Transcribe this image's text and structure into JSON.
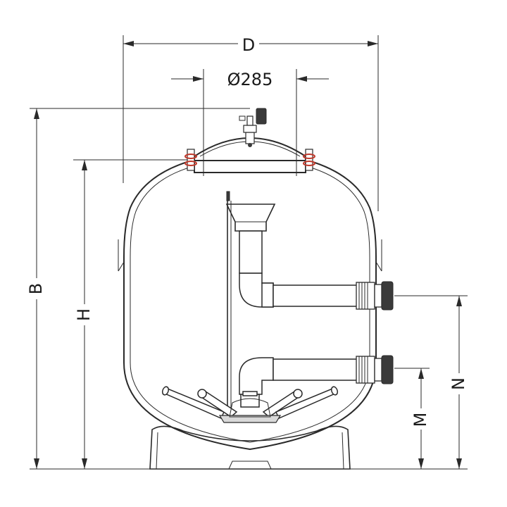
{
  "dimensions": {
    "diameter_label": "D",
    "lid_label": "Ø285",
    "total_height_label": "B",
    "vessel_height_label": "H",
    "upper_port_height_label": "N",
    "lower_port_height_label": "M"
  },
  "colors": {
    "line": "#2a2a2a",
    "gasket": "#c0392b",
    "background": "#ffffff"
  }
}
